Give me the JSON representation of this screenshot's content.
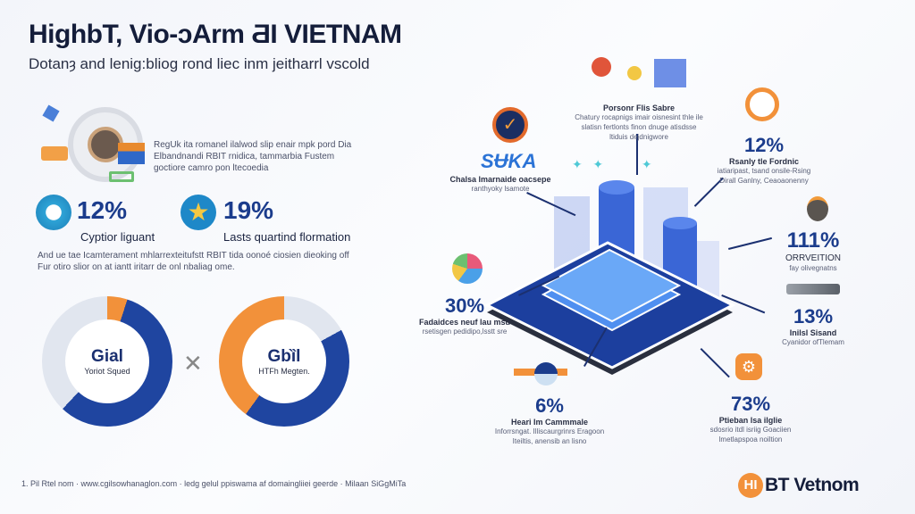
{
  "header": {
    "title": "HighbT, Vio-ɔArm ƋI VIETNAM",
    "subtitle": "Dotanȝ and lenig:bliog rond liec inm jeitharrl vscold"
  },
  "intro": {
    "text": "RegUk ita romanel ilalwod slip enair mpk pord Dia Elbandnandi RBIT rnidica, tammarbia Fustem goctiore camro pon ltecoedia"
  },
  "kpis": [
    {
      "value": "12%",
      "label": "Cyptior liguant",
      "icon": "rocket-icon"
    },
    {
      "value": "19%",
      "label": "Lasts quartind flormation",
      "icon": "star-icon"
    }
  ],
  "kpi_note": "And ue tae Icamterament mhlarrexteitufstt RBIT tida oonoé ciosien dieoking off Fur otiro slior on at iantt iritarr de onl nbaliag ome.",
  "donuts": [
    {
      "title": "Gial",
      "subtitle": "Yoriot Squed",
      "segments": [
        {
          "name": "orange",
          "pct": 5,
          "color": "#f2913a"
        },
        {
          "name": "blue",
          "pct": 57,
          "color": "#1f45a0"
        },
        {
          "name": "grey",
          "pct": 38,
          "color": "#e1e6ef"
        }
      ]
    },
    {
      "title": "Gbȉl",
      "subtitle": "HTFh Megten.",
      "segments": [
        {
          "name": "grey",
          "pct": 17,
          "color": "#e1e6ef"
        },
        {
          "name": "blue",
          "pct": 43,
          "color": "#1f45a0"
        },
        {
          "name": "orange",
          "pct": 40,
          "color": "#f2913a"
        }
      ]
    }
  ],
  "center": {
    "top": {
      "label": "Porsonr Flis Sabre",
      "desc": "Chatury rocapnigs imair oisnesint thle ile slatisn fertlonts finon dnuge atisdsse ltiduis dejdnigwore"
    },
    "left_badge": {
      "logo": "SɄKA",
      "label": "Chalsa lmarnaide oacsepe",
      "desc": "ranthyoky lsamote"
    },
    "stats": [
      {
        "value": "12%",
        "label": "Rsanly tle Fordnic",
        "desc": "iatiaripast, tsand onsile-Rsing Dirall Ganlny, Ceaoaonenny"
      },
      {
        "value": "111%",
        "label": "ORRVEITION",
        "desc": "fay olivegnatns"
      },
      {
        "value": "13%",
        "label": "Inilsl Sisand",
        "desc": "Cyanidor ofTlemam"
      },
      {
        "value": "30%",
        "label": "Fadaidces neuf lau msd",
        "desc": "rsetisgen pedidipo,lsstt sre"
      },
      {
        "value": "6%",
        "label": "Heari Im Cammmale",
        "desc": "Inforrsngat. Illiscaurgrinrs Eragoon Iteiltis, anensib an lisno"
      },
      {
        "value": "73%",
        "label": "Ptieban lsa ilglie",
        "desc": "sdosrio itdl isriig Goaciien lmetlapspoa noiltion"
      }
    ]
  },
  "footer": {
    "text": "1. Pil Rtel nom  ·  www.cgilsowhanaglon.com  ·  ledg gelul ppiswama af domaingliiei geerde  ·  Milaan SiGgMiTa",
    "brand_mark": "HI",
    "brand": "BT Vetnom"
  },
  "colors": {
    "navy": "#1b3070",
    "blue": "#1f45a0",
    "orange": "#f2913a",
    "teal": "#4ec9d6"
  }
}
